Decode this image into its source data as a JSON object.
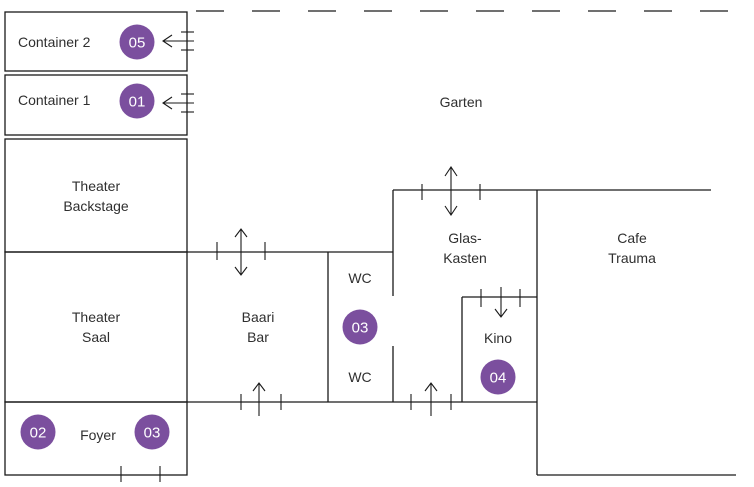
{
  "rooms": {
    "container2": "Container 2",
    "container1": "Container 1",
    "garten": "Garten",
    "theater_backstage": [
      "Theater",
      "Backstage"
    ],
    "glaskasten": [
      "Glas-",
      "Kasten"
    ],
    "cafe_trauma": [
      "Cafe",
      "Trauma"
    ],
    "theater_saal": [
      "Theater",
      "Saal"
    ],
    "baari_bar": [
      "Baari",
      "Bar"
    ],
    "wc_upper": "WC",
    "wc_lower": "WC",
    "kino": "Kino",
    "foyer": "Foyer"
  },
  "badges": {
    "container2": "05",
    "container1": "01",
    "wc": "03",
    "kino": "04",
    "foyer_left": "02",
    "foyer_right": "03"
  },
  "colors": {
    "badge": "#7b4f9e",
    "line": "#1a1a1a",
    "text": "#2f2f2f"
  }
}
